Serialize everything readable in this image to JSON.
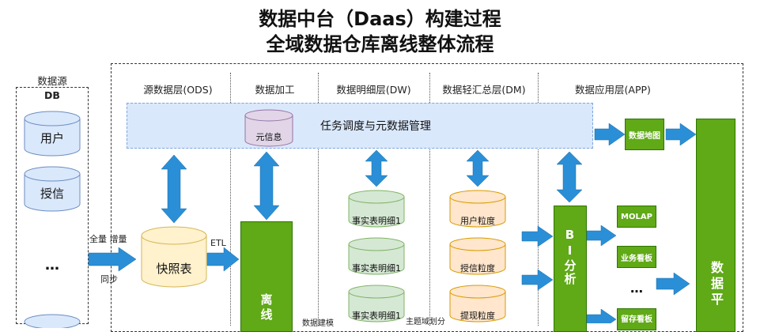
{
  "title": {
    "line1": "数据中台（Daas）构建过程",
    "line2": "全域数据仓库离线整体流程"
  },
  "source": {
    "heading": "数据源",
    "sub": "DB",
    "items": [
      "用户",
      "授信",
      "…"
    ]
  },
  "sync": {
    "full_incremental": "全量 增量",
    "sync_label": "同步"
  },
  "layers": {
    "ods": "源数据层(ODS)",
    "processing": "数据加工",
    "dw": "数据明细层(DW)",
    "dm": "数据轻汇总层(DM)",
    "app": "数据应用层(APP)"
  },
  "band": {
    "label": "任务调度与元数据管理",
    "meta": "元信息"
  },
  "ods": {
    "snapshot": "快照表",
    "etl": "ETL"
  },
  "processing": {
    "offline": "离线"
  },
  "dw": {
    "items": [
      "事实表明细1",
      "事实表明细1",
      "事实表明细1"
    ],
    "modeling": "数据建模"
  },
  "dm": {
    "items": [
      "用户粒度",
      "授信粒度",
      "提现粒度"
    ],
    "subject": "主题域划分"
  },
  "app": {
    "bi": "BI分析",
    "datamap": "数据地图",
    "molap": "MOLAP",
    "dashboard": "业务看板",
    "ellipsis": "…",
    "cut_box": "留存看板",
    "right_big": "数据平"
  },
  "colors": {
    "band_fill": "#dae8fc",
    "green": "#60a917",
    "arrow": "#2a8fd6",
    "db_blue": "#dae8fc",
    "meta_pink": "#e1d5e7",
    "snapshot_yellow": "#fff2cc",
    "dw_green": "#d5e8d4",
    "dm_orange": "#ffe6cc"
  }
}
